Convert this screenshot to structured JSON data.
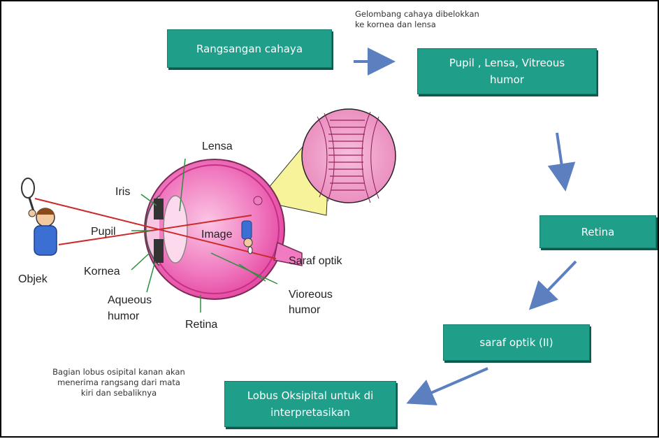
{
  "flow": {
    "stimulus": "Rangsangan cahaya",
    "pupil": "Pupil , Lensa, Vitreous\nhumor",
    "retina": "Retina",
    "optic_nerve": "saraf optik (II)",
    "lobe": "Lobus Oksipital untuk di\ninterpretasikan"
  },
  "notes": {
    "refraction": "Gelombang cahaya dibelokkan\nke kornea dan lensa",
    "occipital": "Bagian lobus osipital kanan akan\nmenerima  rangsang dari mata\nkiri dan sebaliknya"
  },
  "eye_labels": {
    "lensa": "Lensa",
    "iris": "Iris",
    "pupil": "Pupil",
    "image": "Image",
    "objek": "Objek",
    "kornea": "Kornea",
    "aqueous_1": "Aqueous",
    "aqueous_2": "humor",
    "retina": "Retina",
    "saraf_optik": "Saraf optik",
    "vitreous_1": "Vioreous",
    "vitreous_2": "humor"
  },
  "colors": {
    "box": "#1f9e8a",
    "arrow": "#5b7fbf",
    "eyeball": "#f07bc0",
    "zoom_cone": "#f6f39a"
  }
}
